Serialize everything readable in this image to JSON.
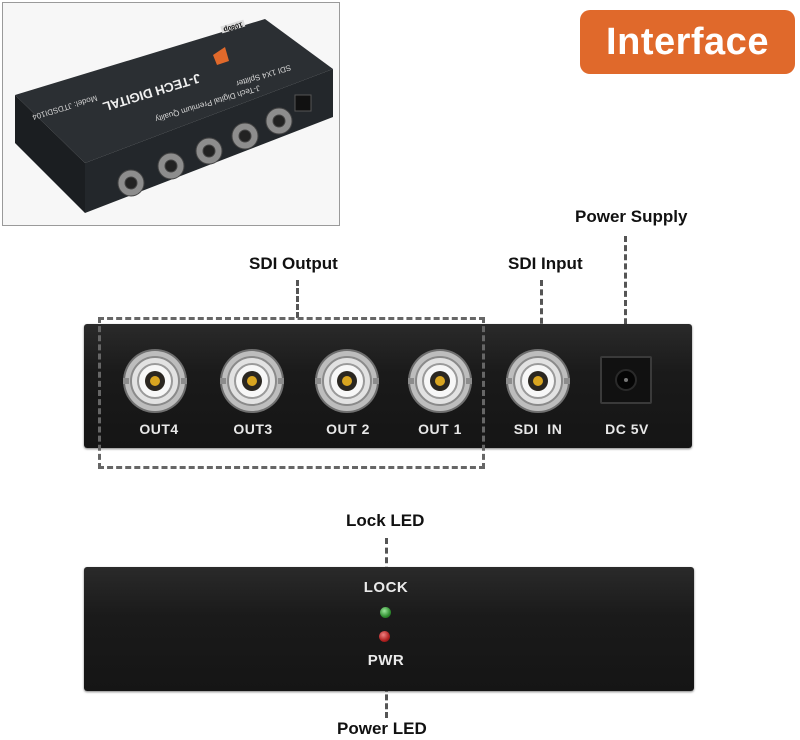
{
  "badge": {
    "label": "Interface",
    "color": "#e0692b"
  },
  "photo": {
    "brand": "J-TECH DIGITAL",
    "tagline": "J-Tech Digital Premium Quality",
    "product": "SDI 1X4 Splitter",
    "model": "Model: JTDSDI104",
    "resolution": "1080p",
    "icon": "device-photo"
  },
  "callouts": {
    "sdi_output": "SDI Output",
    "sdi_input": "SDI Input",
    "power_supply": "Power Supply",
    "lock_led": "Lock LED",
    "power_led": "Power LED"
  },
  "back_panel": {
    "ports": [
      {
        "label": "OUT4"
      },
      {
        "label": "OUT3"
      },
      {
        "label": "OUT 2"
      },
      {
        "label": "OUT 1"
      },
      {
        "label": "SDI  IN"
      }
    ],
    "dc_label": "DC 5V"
  },
  "front_panel": {
    "lock_label": "LOCK",
    "pwr_label": "PWR",
    "lock_color": "#2e8c2e",
    "pwr_color": "#b02020"
  }
}
